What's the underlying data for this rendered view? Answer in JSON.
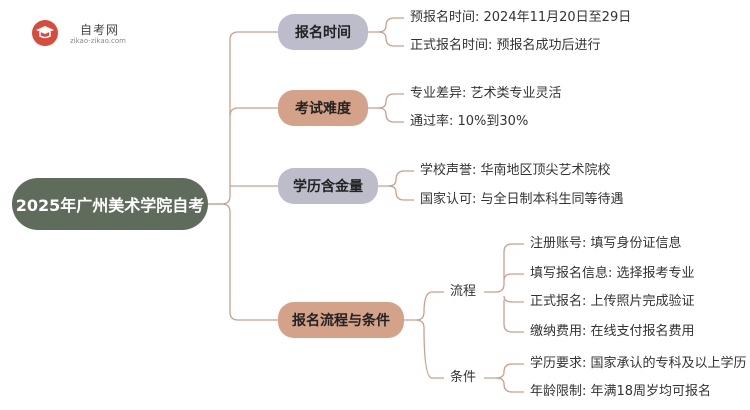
{
  "logo": {
    "name": "自考网",
    "url": "zikao-zikao.com"
  },
  "root": "2025年广州美术学院自考",
  "branches": [
    {
      "label": "报名时间",
      "items": [
        "预报名时间: 2024年11月20日至29日",
        "正式报名时间: 预报名成功后进行"
      ]
    },
    {
      "label": "考试难度",
      "items": [
        "专业差异: 艺术类专业灵活",
        "通过率: 10%到30%"
      ]
    },
    {
      "label": "学历含金量",
      "items": [
        "学校声誉: 华南地区顶尖艺术院校",
        "国家认可: 与全日制本科生同等待遇"
      ]
    },
    {
      "label": "报名流程与条件",
      "groups": [
        {
          "label": "流程",
          "items": [
            "注册账号: 填写身份证信息",
            "填写报名信息: 选择报考专业",
            "正式报名: 上传照片完成验证",
            "缴纳费用: 在线支付报名费用"
          ]
        },
        {
          "label": "条件",
          "items": [
            "学历要求: 国家承认的专科及以上学历",
            "年龄限制: 年满18周岁均可报名"
          ]
        }
      ]
    }
  ],
  "colors": {
    "root": "#5f6b5b",
    "lavender": "#bcbccb",
    "tan": "#d4a288",
    "line": "#c9a08c"
  }
}
